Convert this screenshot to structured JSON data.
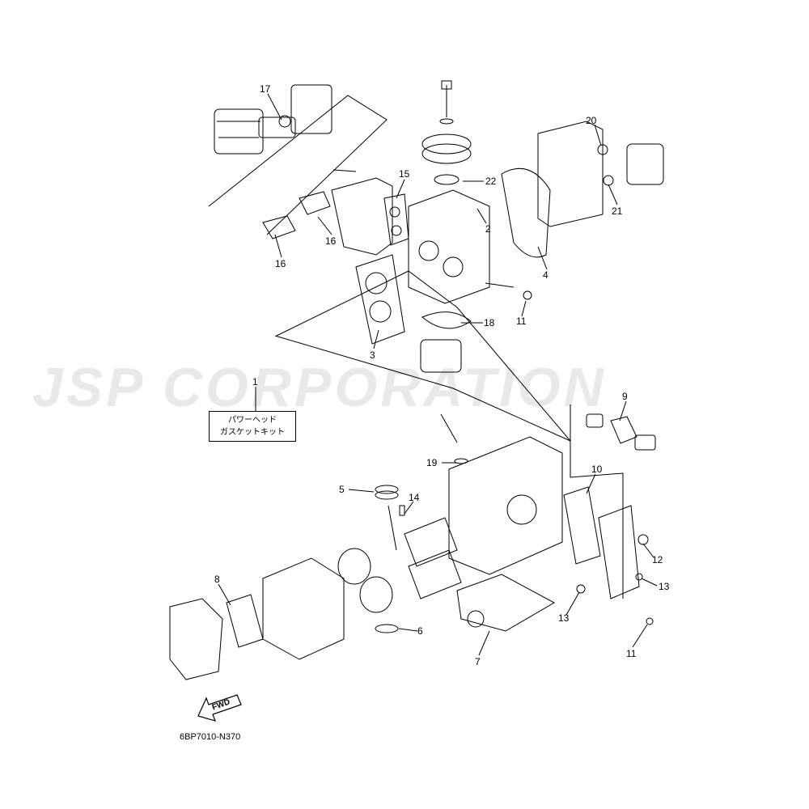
{
  "watermark": "JSP CORPORATION",
  "kit_label": {
    "number": "1",
    "line1": "パワーヘッド",
    "line2": "ガスケットキット"
  },
  "callouts": [
    {
      "id": "17",
      "text": "17"
    },
    {
      "id": "15",
      "text": "15"
    },
    {
      "id": "22",
      "text": "22"
    },
    {
      "id": "20",
      "text": "20"
    },
    {
      "id": "21",
      "text": "21"
    },
    {
      "id": "2",
      "text": "2"
    },
    {
      "id": "16a",
      "text": "16"
    },
    {
      "id": "16b",
      "text": "16"
    },
    {
      "id": "4",
      "text": "4"
    },
    {
      "id": "3",
      "text": "3"
    },
    {
      "id": "18",
      "text": "18"
    },
    {
      "id": "11a",
      "text": "11"
    },
    {
      "id": "9",
      "text": "9"
    },
    {
      "id": "19",
      "text": "19"
    },
    {
      "id": "10",
      "text": "10"
    },
    {
      "id": "5",
      "text": "5"
    },
    {
      "id": "14",
      "text": "14"
    },
    {
      "id": "12",
      "text": "12"
    },
    {
      "id": "13a",
      "text": "13"
    },
    {
      "id": "13b",
      "text": "13"
    },
    {
      "id": "8",
      "text": "8"
    },
    {
      "id": "6",
      "text": "6"
    },
    {
      "id": "7",
      "text": "7"
    },
    {
      "id": "11b",
      "text": "11"
    }
  ],
  "fwd_label": "FWD",
  "diagram_code": "6BP7010-N370"
}
